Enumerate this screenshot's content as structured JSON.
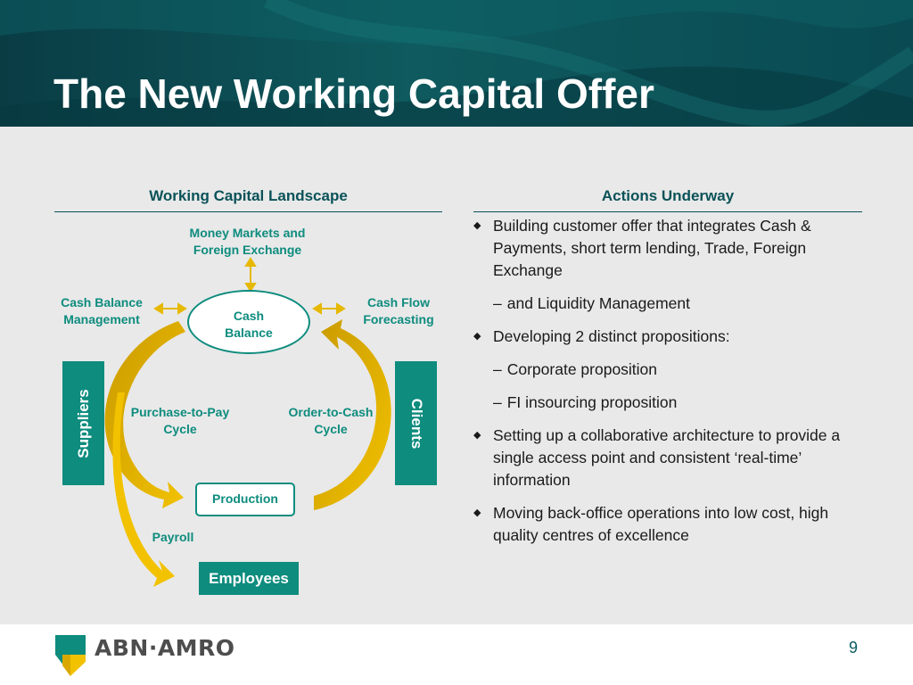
{
  "slide": {
    "title": "The New Working Capital Offer",
    "page_number": "9",
    "logo_text": "ABN·AMRO"
  },
  "left_section": {
    "heading": "Working Capital Landscape",
    "money_markets_line1": "Money Markets and",
    "money_markets_line2": "Foreign Exchange",
    "cash_balance_mgmt_line1": "Cash Balance",
    "cash_balance_mgmt_line2": "Management",
    "cash_flow_line1": "Cash Flow",
    "cash_flow_line2": "Forecasting",
    "cash_balance_line1": "Cash",
    "cash_balance_line2": "Balance",
    "suppliers": "Suppliers",
    "clients": "Clients",
    "p2p_line1": "Purchase-to-Pay",
    "p2p_line2": "Cycle",
    "o2c_line1": "Order-to-Cash",
    "o2c_line2": "Cycle",
    "production": "Production",
    "payroll": "Payroll",
    "employees": "Employees"
  },
  "right_section": {
    "heading": "Actions Underway",
    "items": [
      {
        "type": "bullet",
        "text": "Building customer offer that integrates Cash & Payments, short term lending, Trade, Foreign Exchange"
      },
      {
        "type": "sub",
        "text": "and Liquidity Management"
      },
      {
        "type": "bullet",
        "text": "Developing 2 distinct propositions:"
      },
      {
        "type": "sub",
        "text": "Corporate proposition"
      },
      {
        "type": "sub",
        "text": "FI insourcing proposition"
      },
      {
        "type": "bullet",
        "text": "Setting up a collaborative architecture to provide a single access point and consistent ‘real-time’ information"
      },
      {
        "type": "bullet",
        "text": "Moving back-office operations into low cost, high quality centres of excellence"
      }
    ]
  },
  "colors": {
    "teal": "#0e8c7e",
    "dark_teal": "#0a5258",
    "gold": "#e0b400",
    "background": "#e9e9e9"
  }
}
